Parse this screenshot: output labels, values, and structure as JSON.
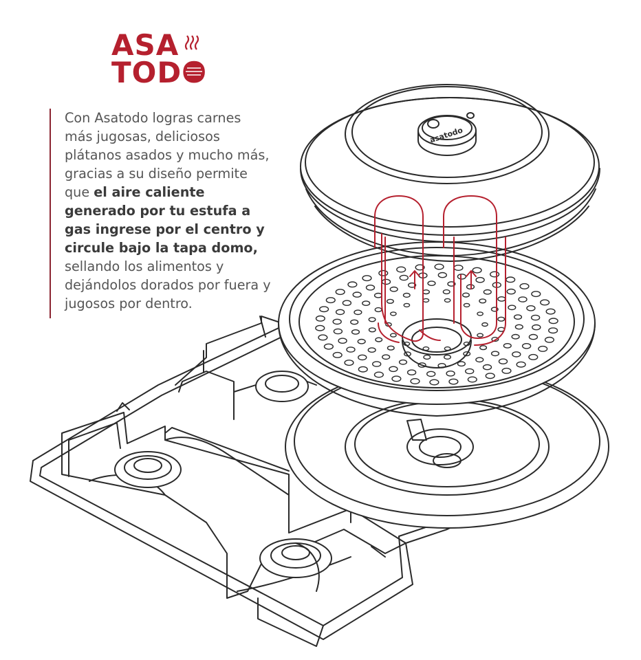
{
  "brand": {
    "logo_line1": "ASA",
    "logo_line2": "TODO",
    "logo_color": "#b5202e"
  },
  "lid": {
    "knob_label": "asatodo"
  },
  "description": {
    "part1": "Con Asatodo logras carnes más jugosas, deliciosos plátanos asados y mucho más, gracias a su diseño permite que ",
    "bold": "el aire caliente generado por tu estufa a gas ingrese por el centro y circule bajo la tapa domo,",
    "part2": " sellando los alimentos y dejándolos dorados por fuera y jugosos por dentro."
  },
  "colors": {
    "accent": "#b5202e",
    "line_art": "#2a2a2a",
    "text": "#555555"
  }
}
